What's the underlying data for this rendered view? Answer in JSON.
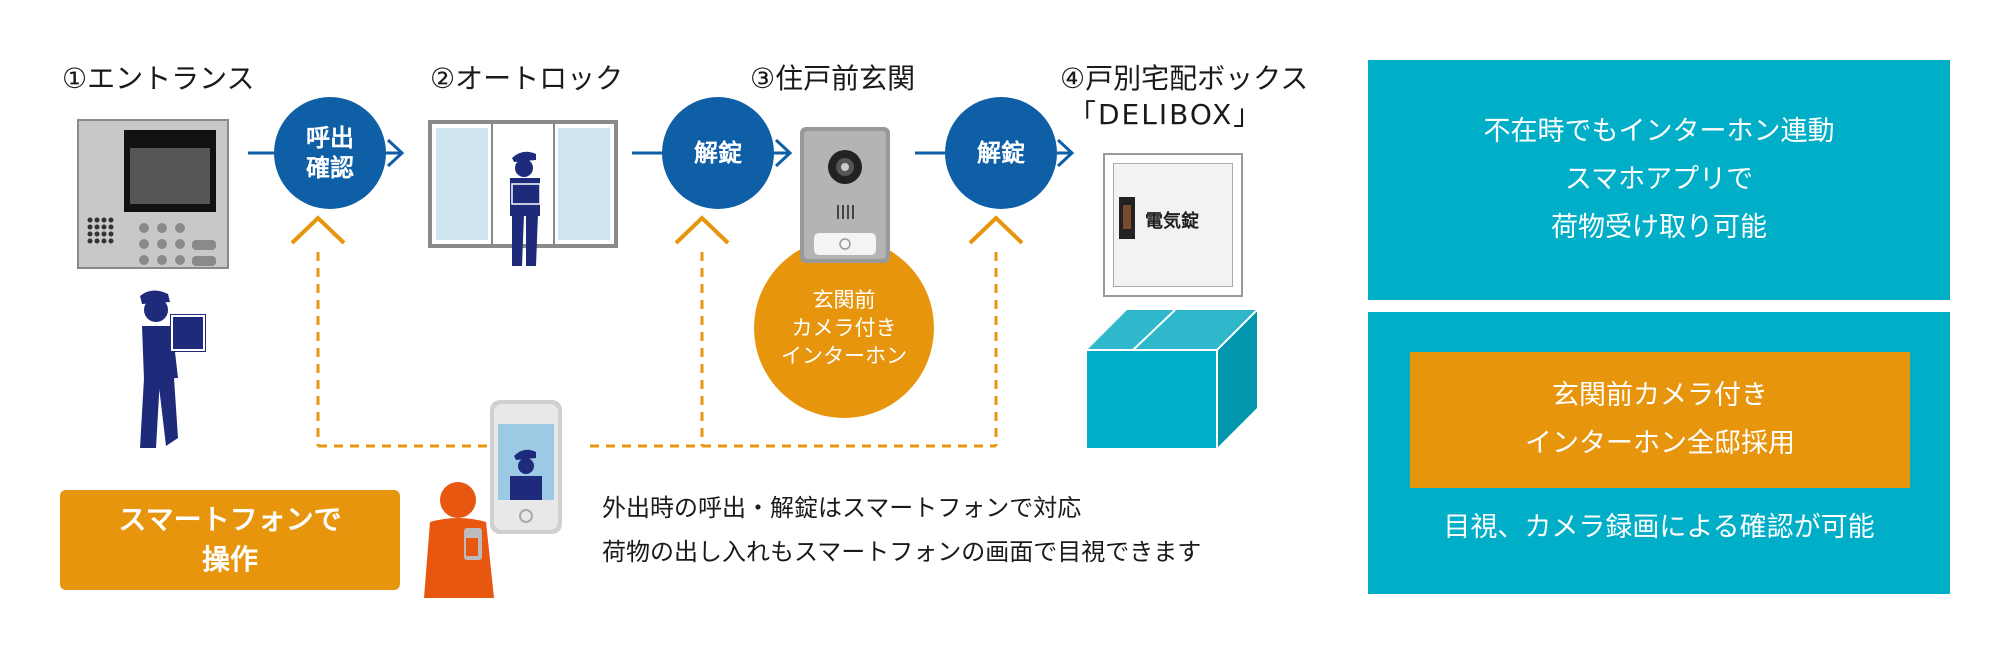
{
  "steps": [
    {
      "label": "①エントランス"
    },
    {
      "label": "②オートロック"
    },
    {
      "label": "③住戸前玄関"
    },
    {
      "label": "④戸別宅配ボックス",
      "sub": "「DELIBOX」"
    }
  ],
  "actions": {
    "call_line1": "呼出",
    "call_line2": "確認",
    "unlock1": "解錠",
    "unlock2": "解錠"
  },
  "intercom_circle": [
    "玄関前",
    "カメラ付き",
    "インターホン"
  ],
  "box_lock_label": "電気錠",
  "smartphone_badge": [
    "スマートフォンで",
    "操作"
  ],
  "description": [
    "外出時の呼出・解錠はスマートフォンで対応",
    "荷物の出し入れもスマートフォンの画面で目視できます"
  ],
  "panel_top": [
    "不在時でもインターホン連動",
    "スマホアプリで",
    "荷物受け取り可能"
  ],
  "panel_bottom": {
    "highlight": [
      "玄関前カメラ付き",
      "インターホン全邸採用"
    ],
    "caption": "目視、カメラ録画による確認が可能"
  },
  "colors": {
    "blue": "#0f5fa6",
    "orange": "#e8950e",
    "teal": "#00aec8",
    "navy_figure": "#1d2b7a",
    "person_orange": "#e8570f"
  }
}
